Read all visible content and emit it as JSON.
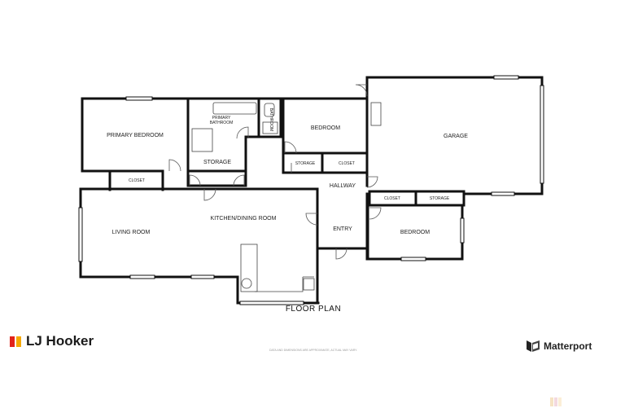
{
  "plan": {
    "title": "FLOOR PLAN",
    "disclaimer": "DATA AND DIMENSIONS ARE APPROXIMATE, ACTUAL MAY VARY.",
    "rooms": {
      "primary_bedroom": "PRIMARY BEDROOM",
      "primary_bathroom_line1": "PRIMARY",
      "primary_bathroom_line2": "BATHROOM",
      "bathroom": "BATHROOM",
      "bedroom_top": "BEDROOM",
      "garage": "GARAGE",
      "storage_center": "STORAGE",
      "storage_small": "STORAGE",
      "closet_bedroom_top": "CLOSET",
      "closet_primary": "CLOSET",
      "hallway": "HALLWAY",
      "living_room": "LIVING ROOM",
      "kitchen_dining": "KITCHEN/DINING ROOM",
      "entry": "ENTRY",
      "closet_bedroom_bottom": "CLOSET",
      "storage_bedroom_bottom": "STORAGE",
      "bedroom_bottom": "BEDROOM"
    }
  },
  "branding": {
    "agency": "LJ Hooker",
    "agency_colors": [
      "#e2231a",
      "#f5a800"
    ],
    "provider": "Matterport"
  }
}
